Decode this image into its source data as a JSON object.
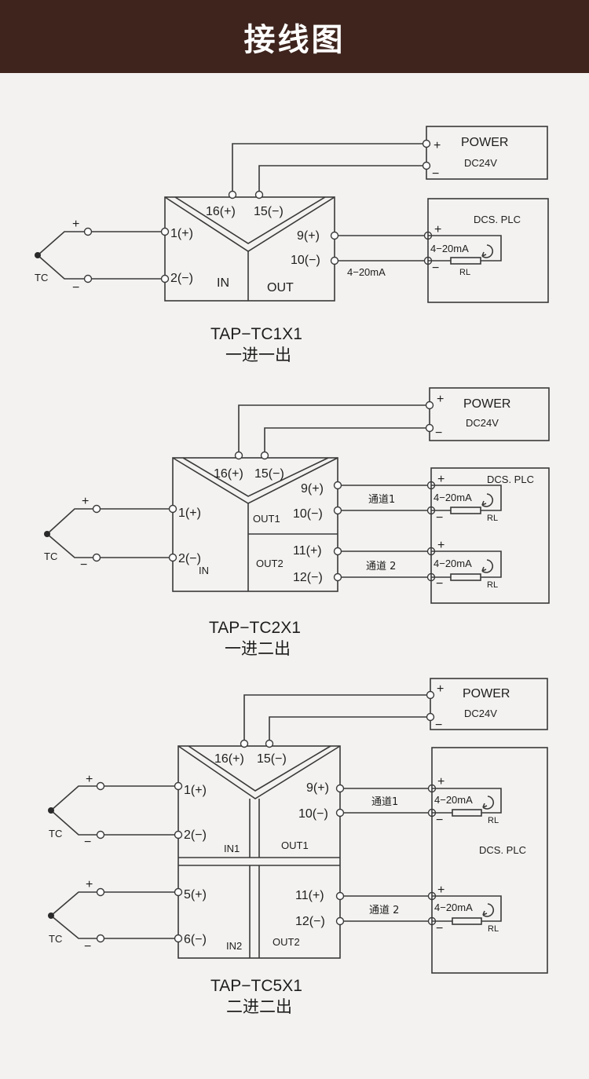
{
  "header": {
    "title": "接线图"
  },
  "common": {
    "power": "POWER",
    "dc24v": "DC24V",
    "dcs_plc": "DCS. PLC",
    "plus": "+",
    "minus": "−",
    "tc": "TC",
    "ma": "4−20mA",
    "rl": "RL",
    "t16": "16(+)",
    "t15": "15(−)",
    "t1": "1(+)",
    "t2": "2(−)",
    "t5": "5(+)",
    "t6": "6(−)",
    "t9": "9(+)",
    "t10": "10(−)",
    "t11": "11(+)",
    "t12": "12(−)",
    "ch1": "通道1",
    "ch2": "通道 2"
  },
  "diagram1": {
    "in": "IN",
    "out": "OUT",
    "line_label": "4−20mA",
    "model": "TAP−TC1X1",
    "desc": "一进一出"
  },
  "diagram2": {
    "in": "IN",
    "out1": "OUT1",
    "out2": "OUT2",
    "model": "TAP−TC2X1",
    "desc": "一进二出"
  },
  "diagram3": {
    "in1": "IN1",
    "in2": "IN2",
    "out1": "OUT1",
    "out2": "OUT2",
    "model": "TAP−TC5X1",
    "desc": "二进二出"
  }
}
